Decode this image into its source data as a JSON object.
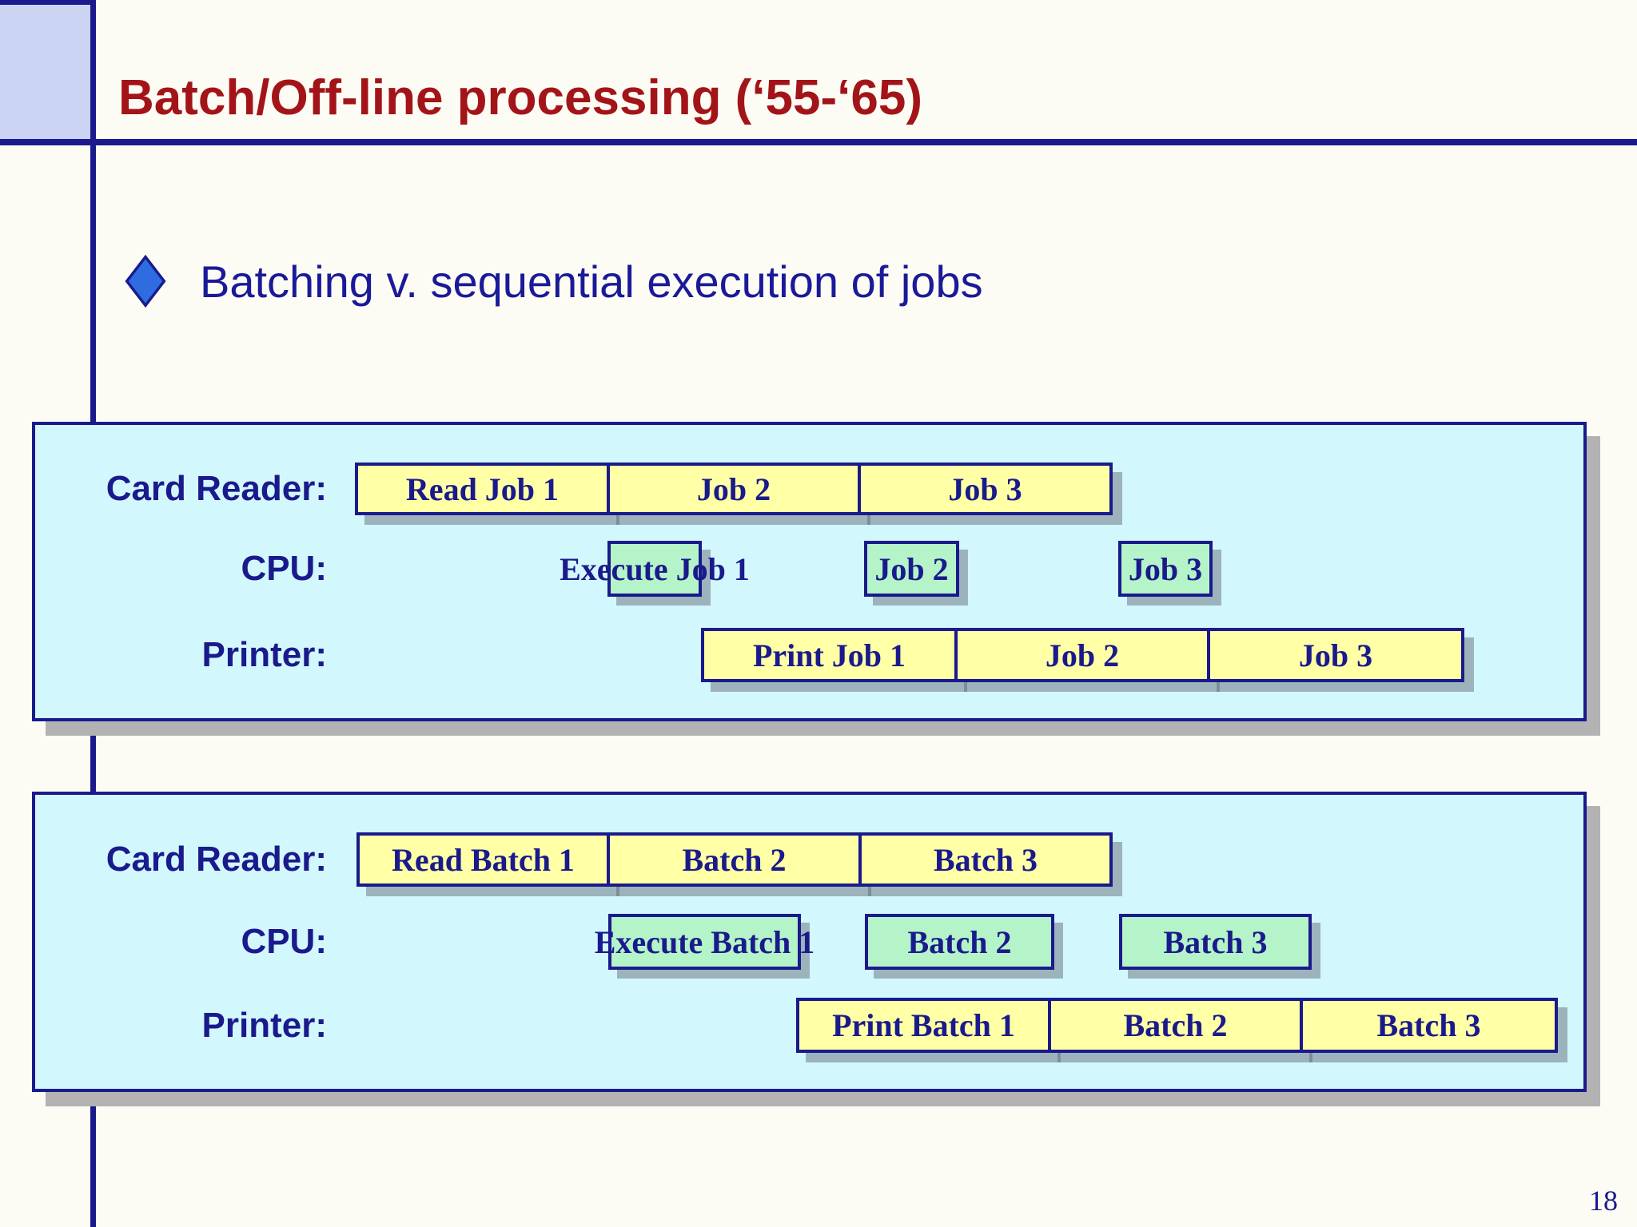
{
  "title": {
    "text": "Batch/Off-line processing (‘55-‘65)"
  },
  "bullet": {
    "icon": "diamond-icon",
    "text": "Batching v. sequential execution of jobs"
  },
  "panels": [
    {
      "name": "sequential-jobs-timeline",
      "rows": [
        {
          "label": "Card Reader:",
          "cells": [
            "Read Job 1",
            "Job 2",
            "Job 3"
          ]
        },
        {
          "label": "CPU:",
          "cells": [
            "Execute Job 1",
            "Job 2",
            "Job 3"
          ]
        },
        {
          "label": "Printer:",
          "cells": [
            "Print Job 1",
            "Job 2",
            "Job 3"
          ]
        }
      ]
    },
    {
      "name": "batched-jobs-timeline",
      "rows": [
        {
          "label": "Card Reader:",
          "cells": [
            "Read Batch 1",
            "Batch 2",
            "Batch 3"
          ]
        },
        {
          "label": "CPU:",
          "cells": [
            "Execute Batch 1",
            "Batch 2",
            "Batch 3"
          ]
        },
        {
          "label": "Printer:",
          "cells": [
            "Print Batch 1",
            "Batch 2",
            "Batch 3"
          ]
        }
      ]
    }
  ],
  "page": {
    "number": "18"
  },
  "colors": {
    "navy": "#1a1a8c",
    "title_red": "#a31419",
    "panel_cyan": "#d2f7fc",
    "segment_yellow": "#ffffa6",
    "segment_green": "#b4f4c8",
    "corner_lavender": "#ccd4f4",
    "bullet_blue": "#2e6ce0",
    "shadow_gray": "#b3b3b3"
  }
}
